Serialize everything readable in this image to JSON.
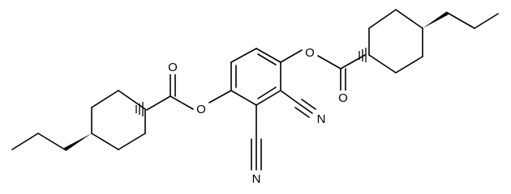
{
  "structure": {
    "atoms": {
      "o_ring_right_ester": "O",
      "o_ring_left_ester": "O",
      "o_carbonyl_right": "O",
      "o_carbonyl_left": "O",
      "n_nitrile_upper": "N",
      "n_nitrile_lower": "N"
    }
  }
}
